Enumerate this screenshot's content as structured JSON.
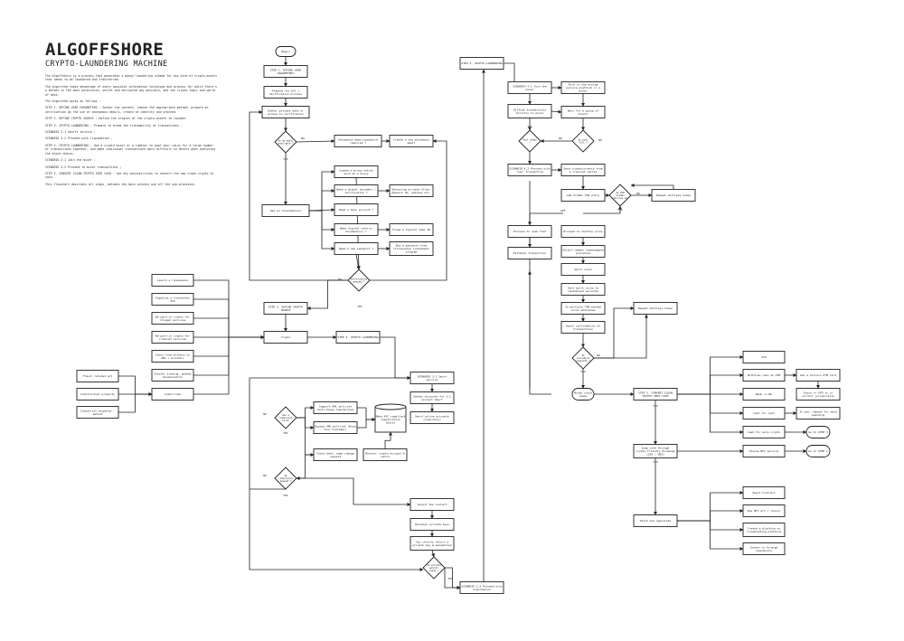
{
  "header": {
    "title": "ALGOFFSHORE",
    "subtitle": "CRYPTO-LAUNDERING MACHINE",
    "paragraphs": [
      "The Algoffshore is a process that generates a money laundering scheme for any kind of crypto-assets that needs to be laundered and transferred.",
      "The algorithm takes advantage of every possible information technique and process for which there's a market in the most permissive, secret and encrypted way possible, and the crypto logic and world of data.",
      "The Algorithm works as follows :",
      "STEP 1. DEFINE USER PARAMETERS : Gather the context, choose the appropriate method, prepare an verification by the use of anonymous emails, create an identity and proceed.",
      "STEP 2. DEFINE CRYPTO SOURCE : Define the origins of the crypto-assets to launder.",
      "STEP 3. CRYPTO LAUNDERING : Prepare to break the traceability of transactions :",
      "SCENARIO 3.1 Smurfs service ;",
      "SCENARIO 3.2 Proceed with liquidation ;",
      "STEP 4. CRYPTO LAUNDERING : Use a crypto mixer or a tumbler to pool your coins for a large number of transactions together, and make individual transactions more difficult to detect when analysing the block chains.",
      "SCENARIO 4.1 Join the mixer ;",
      "SCENARIO 4.2 Proceed to mixer transactions ;",
      "STEP 5. CONVERT CLEAN CRYPTO INTO CASH : Use any possibilities to convert the now clean crypto to cash.",
      "This flowchart describes all steps, between the main process and all the sub-processes."
    ]
  },
  "nodes": {
    "begin": "Begin",
    "step1": "STEP 1. DEFINE USER PARAMETERS",
    "prepare_kyc": "Prepare for KYC / Verification process",
    "gather_access": "Gather private data or access to verification",
    "q_email": "Is an email available ?",
    "anon_email_q": "Anonymous email/password required ?",
    "create_email": "Create a new anonymous email",
    "create_persona": "Create a proxy entity such as a Proxy",
    "need_id": "Need a global document / verification ?",
    "buy_docs": "Obtaining private files, deposit ID, address etc.",
    "need_bank": "Need a bank account ?",
    "use_intermediary": "Use an intermediary",
    "need_digital": "Need digital cash or document(s) ?",
    "forge_id": "Forge a digital fake ID",
    "need_passport": "Need a new passport ?",
    "buy_passport": "Buy a passport from citizenship investment program",
    "q_verify": "Verification passed ?",
    "step2": "STEP 2. DEFINE CRYPTO SOURCE",
    "src_1": "Launch a ransomware",
    "src_2": "Organize a fraudulent ICO",
    "src_3": "Be paid in crypto for illegal services",
    "src_4": "Be paid in crypto for criminal services",
    "src_5": "Gains from bribery on AML / economic",
    "src_6": "Insider trading, market manipulation",
    "cybercrime": "Cybercrime",
    "fraud_1": "Fraud: related act",
    "fraud_2": "Intellectual property",
    "fraud_3": "Industrial property - patent",
    "crypto": "Crypto",
    "step3": "STEP 3. CRYPTO LAUNDERING",
    "scen31": "SCENARIO 3.1 Smurf service",
    "gather_friends": "Gather accounts for 1:1 account Smurf",
    "open_smurf": "Smurf online accounts (liquidity)",
    "q_compliant": "Use a compliant local exchange ?",
    "support_1": "Support AML policies (Anti-money laundering)",
    "bypass_1": "Bypass AML policies (Know Your Customer)",
    "kyc_db": "Make KYC compliant registration (bulk)",
    "check_bank": "Check bank, some change request",
    "monitor": "Monitor crypto account & watch",
    "q_compliant2": "Is compliance passed ?",
    "select_contact": "Select the contact",
    "decipher": "Decipher private keys",
    "verify_private": "You certify return a private key & passphrase",
    "q_private": "Is private wallet ready ?",
    "scen32": "SCENARIO 3.2 Proceed with liquidation",
    "step4": "STEP 4. CRYPTO LAUNDERING",
    "scen41": "SCENARIO 4.1 Join the mixer",
    "pick_mixer": "Pick in the mixing service platform or a mixer",
    "diffuse": "Diffuse transactions directly to pools",
    "wait": "Wait for a group of mixers",
    "q_pool_ready": "Pool ready ?",
    "q_pool_full": "Is pool full ?",
    "scen42": "SCENARIO 4.2 Proceed with 'hop' transaction",
    "send_crypto": "Send cryptocurrency from a clearnet wallet",
    "add_hidden": "Add hidden TOR entry",
    "q_tor_ok": "Is TOR hidden service ok ?",
    "repeat_mix": "Repeat multiple times",
    "proceed_cash": "Proceed to cash fiat",
    "proceed_shuffle": "Proceed to shuffle coins",
    "estimate_tx": "Estimate transaction",
    "select_common": "Select common timestamped procedure",
    "split_coins": "Split coins",
    "send_split": "Send split coins to randomized accounts",
    "to_multiple": "To multiple TOR-hosted coins addresses",
    "await_conf": "Await confirmation of transactions",
    "q_repeat": "Is procedure complete ?",
    "repeat_more": "Repeat multiple times",
    "mixed_coins": "Mixed coins ready",
    "step5": "STEP 5. CONVERT CLEAN CRYPTO INTO CASH",
    "ico": "ICO",
    "withdraw_atm": "Withdraw cash at ATM",
    "get_atm": "Get a bitcoin ATM card",
    "check_atm": "Check if ATM is in correct jurisdiction",
    "bank_in": "Bank in BA",
    "cash_in": "Cash for cash",
    "if_yes_repeat": "If yes, repeat for each spending",
    "cash_crypto": "Cash for more crypto",
    "go_1": "Go to STEP 3",
    "swap_mixer": "Swap with through crypto-friendly Exchange (CEX / DEX)",
    "choose_bsc": "Choose BSC service",
    "go_2": "Go to STEP 1",
    "stock_speculate": "Stock and speculate",
    "smart_contract": "Smart Contract",
    "buy_nft": "Buy NFT art / luxury",
    "create_platform": "Create a platform on crowdfunding platform",
    "invest": "Invest in foreign launderers"
  },
  "edge_labels": {
    "yes": "YES",
    "no": "NO",
    "off": "OFF"
  }
}
